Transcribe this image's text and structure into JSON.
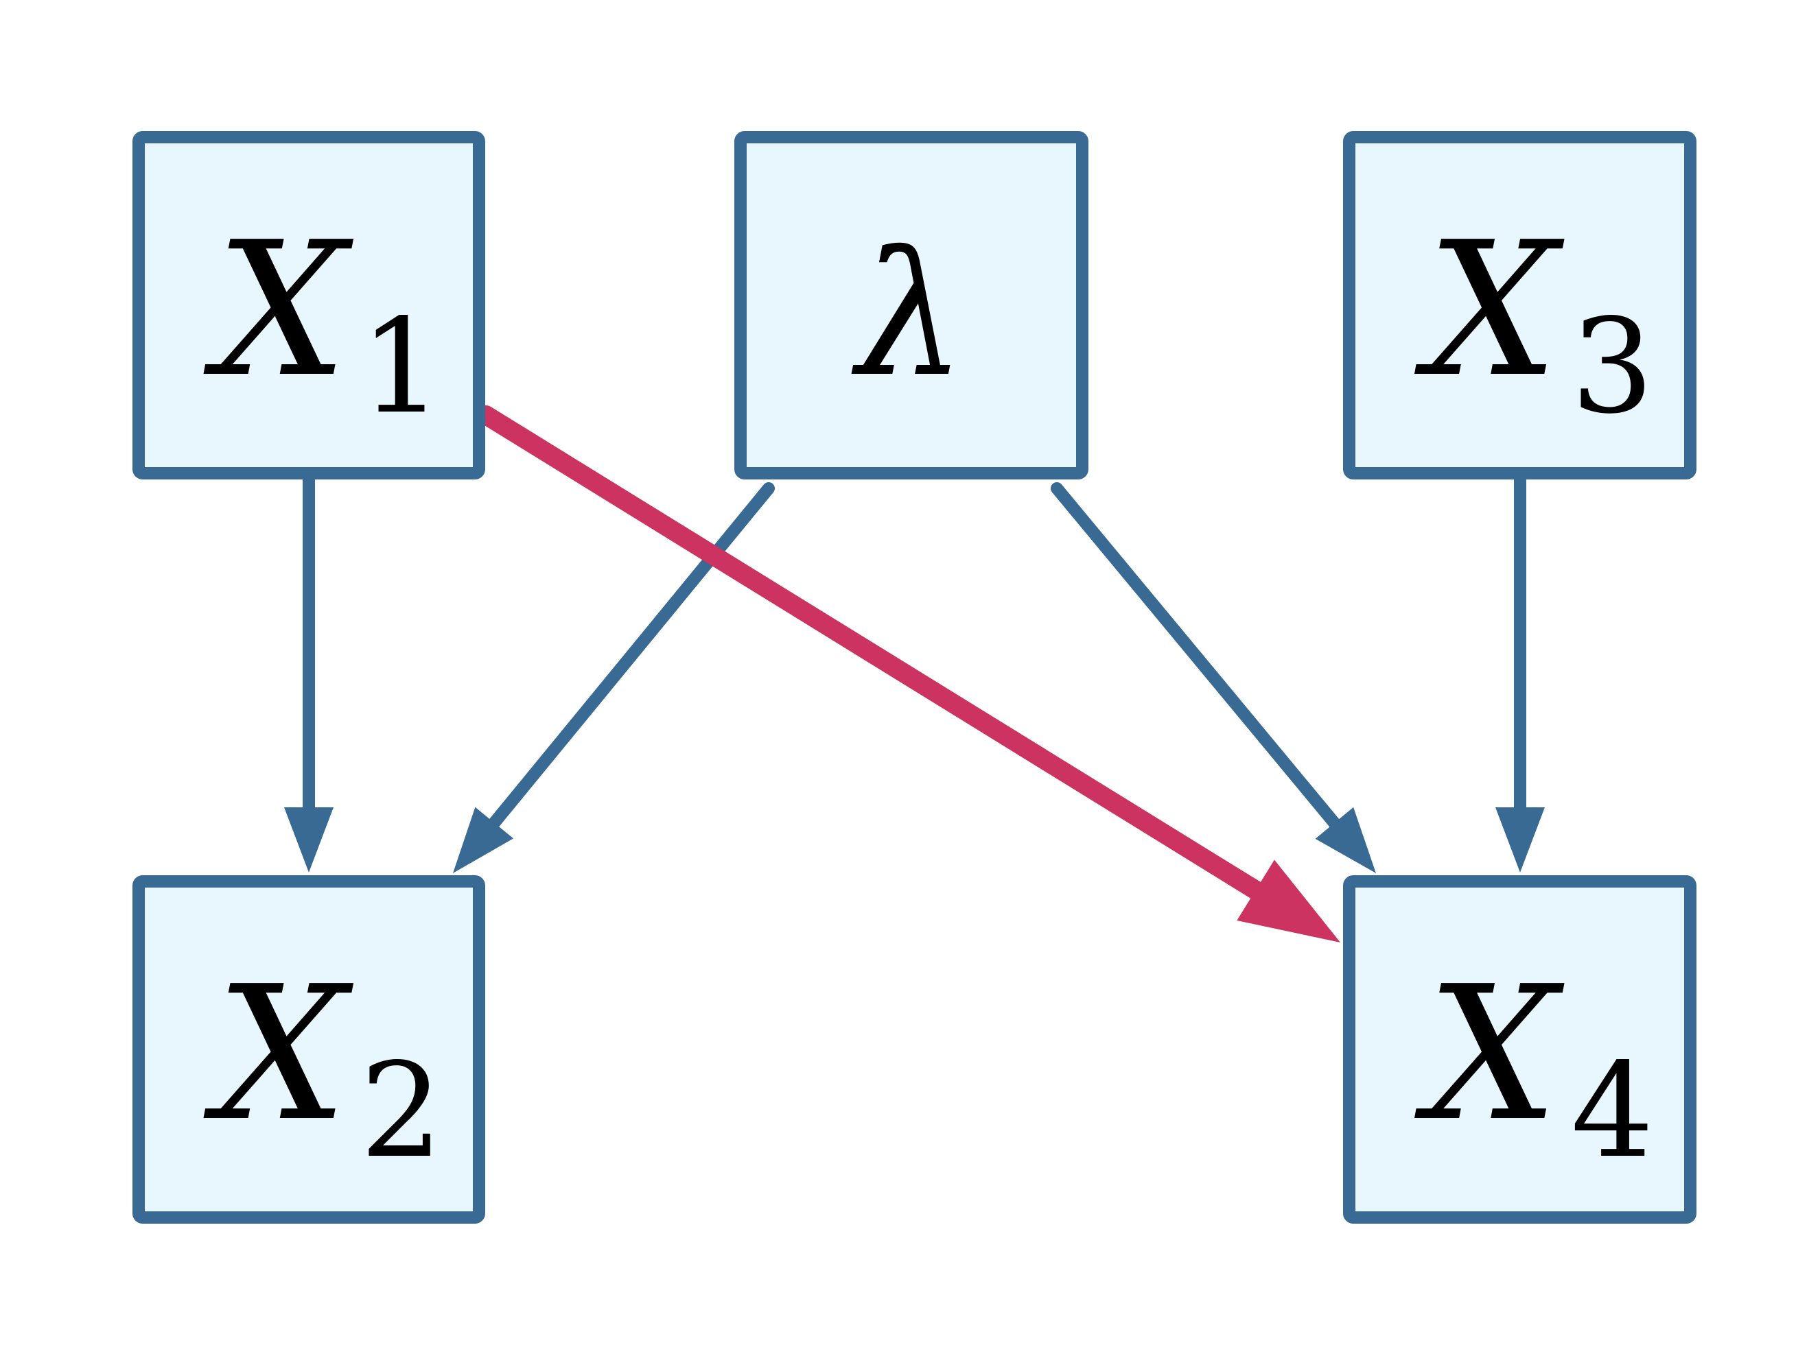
{
  "colors": {
    "node_fill": "#e8f7fd",
    "node_border": "#386a94",
    "edge_default": "#386a94",
    "edge_highlight": "#cc3360",
    "text": "#000000"
  },
  "nodes": [
    {
      "id": "x1",
      "symbol": "X",
      "subscript": "1"
    },
    {
      "id": "lambda",
      "symbol": "λ",
      "subscript": ""
    },
    {
      "id": "x3",
      "symbol": "X",
      "subscript": "3"
    },
    {
      "id": "x2",
      "symbol": "X",
      "subscript": "2"
    },
    {
      "id": "x4",
      "symbol": "X",
      "subscript": "4"
    }
  ],
  "edges": [
    {
      "from": "x1",
      "to": "x2",
      "highlighted": false
    },
    {
      "from": "lambda",
      "to": "x2",
      "highlighted": false
    },
    {
      "from": "lambda",
      "to": "x4",
      "highlighted": false
    },
    {
      "from": "x3",
      "to": "x4",
      "highlighted": false
    },
    {
      "from": "x1",
      "to": "x4",
      "highlighted": true
    }
  ]
}
